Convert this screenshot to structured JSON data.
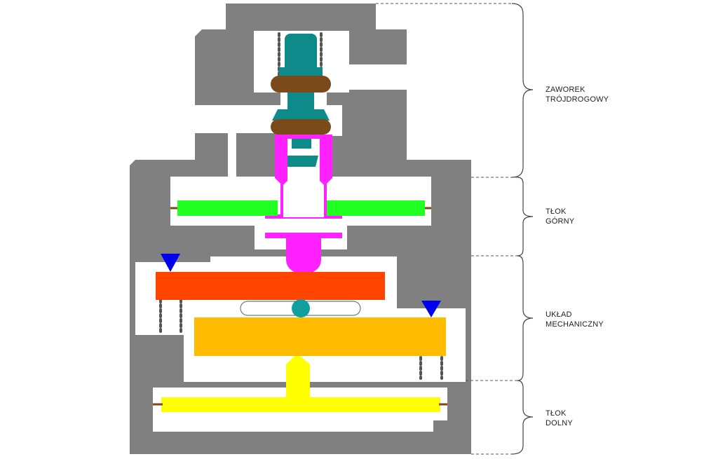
{
  "sections": [
    {
      "id": "valve",
      "line1": "ZAWOREK",
      "line2": "TRÓJDROGOWY"
    },
    {
      "id": "upper-piston",
      "line1": "TŁOK",
      "line2": "GÓRNY"
    },
    {
      "id": "mechanism",
      "line1": "UKŁAD",
      "line2": "MECHANICZNY"
    },
    {
      "id": "lower-piston",
      "line1": "TŁOK",
      "line2": "DOLNY"
    }
  ],
  "colors": {
    "housing": "#808080",
    "cavity": "#ffffff",
    "valve_stem": "#0e8a8a",
    "o_ring": "#7a4a1a",
    "upper_piston": "#22ff22",
    "piston_rod": "#ff22ff",
    "upper_plate": "#ff4400",
    "lower_plate": "#ffbb00",
    "lower_piston": "#ffff00",
    "ball": "#129e9e",
    "markers": "#0000ee",
    "springs": "#555555"
  }
}
